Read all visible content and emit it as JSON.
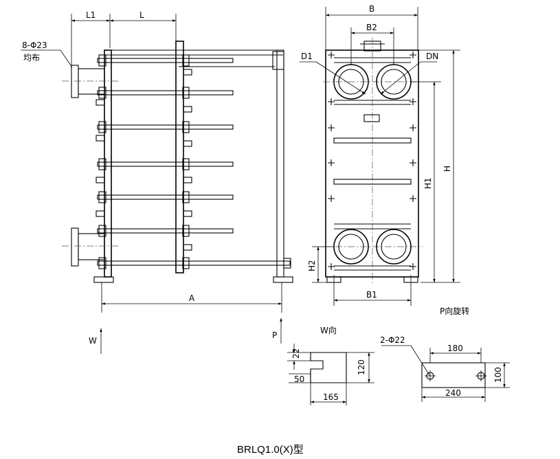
{
  "labels": {
    "L1": "L1",
    "L": "L",
    "hole_spec": "8-Φ23",
    "hole_note": "均布",
    "A": "A",
    "B": "B",
    "B2": "B2",
    "D1": "D1",
    "DN": "DN",
    "H": "H",
    "H1": "H1",
    "H2": "H2",
    "B1": "B1",
    "W": "W",
    "P": "P",
    "w_view": "W向",
    "p_view": "P向旋转",
    "foot_holes": "2-Φ22"
  },
  "dims": {
    "d22": "22",
    "d50": "50",
    "d120": "120",
    "d165": "165",
    "d180": "180",
    "d100": "100",
    "d240": "240"
  },
  "title": "BRLQ1.0(X)型"
}
